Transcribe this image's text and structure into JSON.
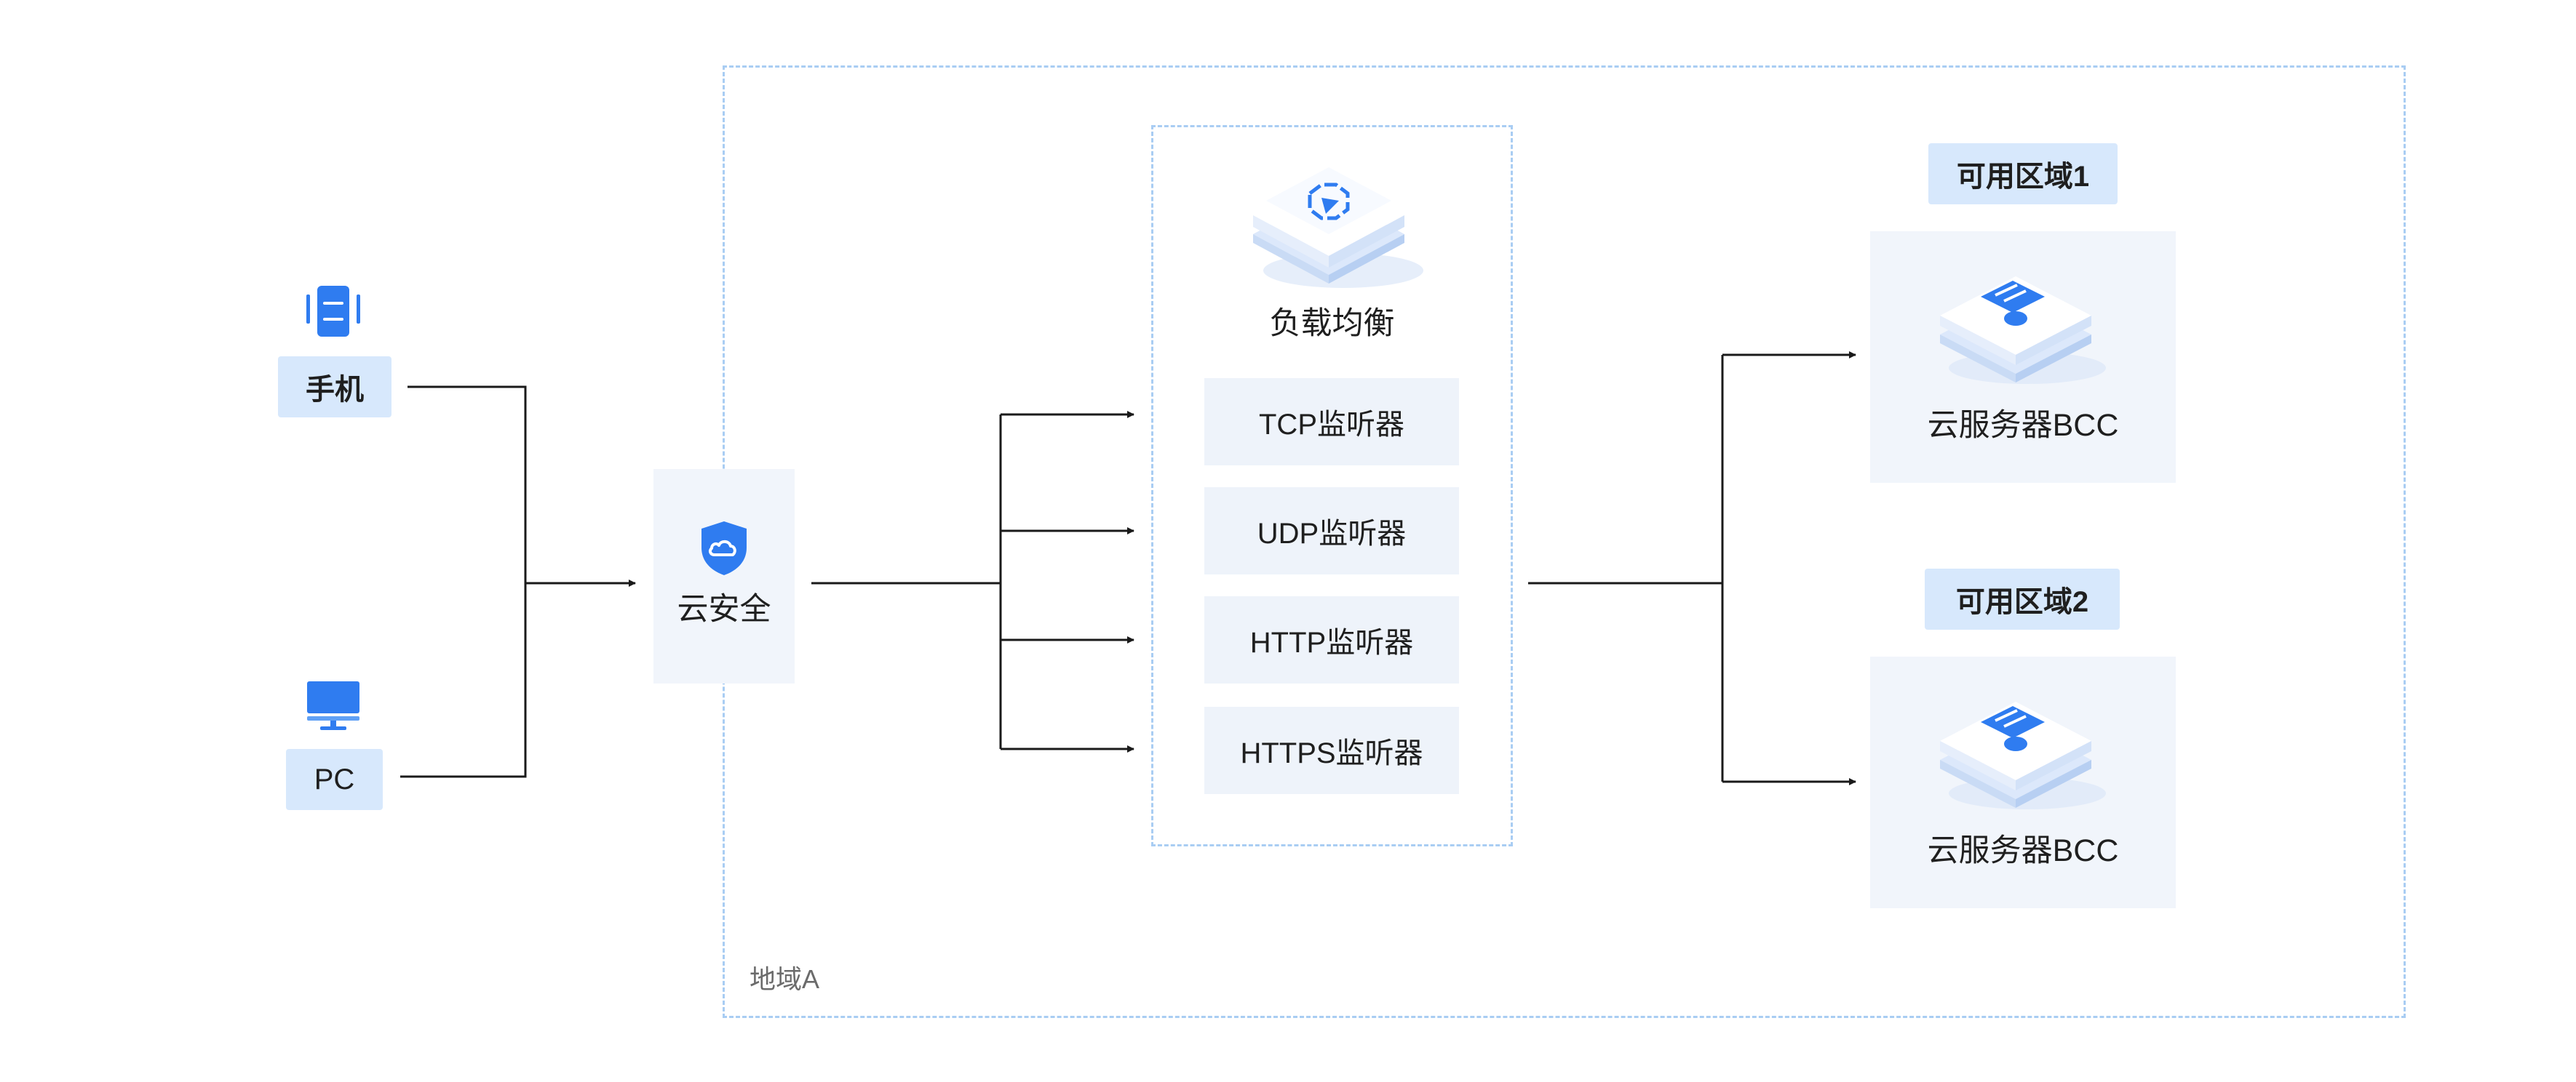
{
  "clients": {
    "phone": {
      "label": "手机",
      "icon": "mobile-phone-icon"
    },
    "pc": {
      "label": "PC",
      "icon": "desktop-monitor-icon"
    }
  },
  "security": {
    "label": "云安全",
    "icon": "shield-cloud-icon"
  },
  "load_balancer": {
    "label": "负载均衡",
    "icon": "load-balancer-icon",
    "listeners": [
      "TCP监听器",
      "UDP监听器",
      "HTTP监听器",
      "HTTPS监听器"
    ]
  },
  "zones": [
    {
      "title": "可用区域1",
      "server_label": "云服务器BCC",
      "icon": "server-icon"
    },
    {
      "title": "可用区域2",
      "server_label": "云服务器BCC",
      "icon": "server-icon"
    }
  ],
  "region": {
    "label": "地域A"
  },
  "colors": {
    "accent": "#2f7cf0",
    "dashed_border": "#a9cdf3",
    "pill_bg": "#d7e8fc",
    "panel_bg": "#f1f5fb",
    "line": "#1a1a1a"
  }
}
